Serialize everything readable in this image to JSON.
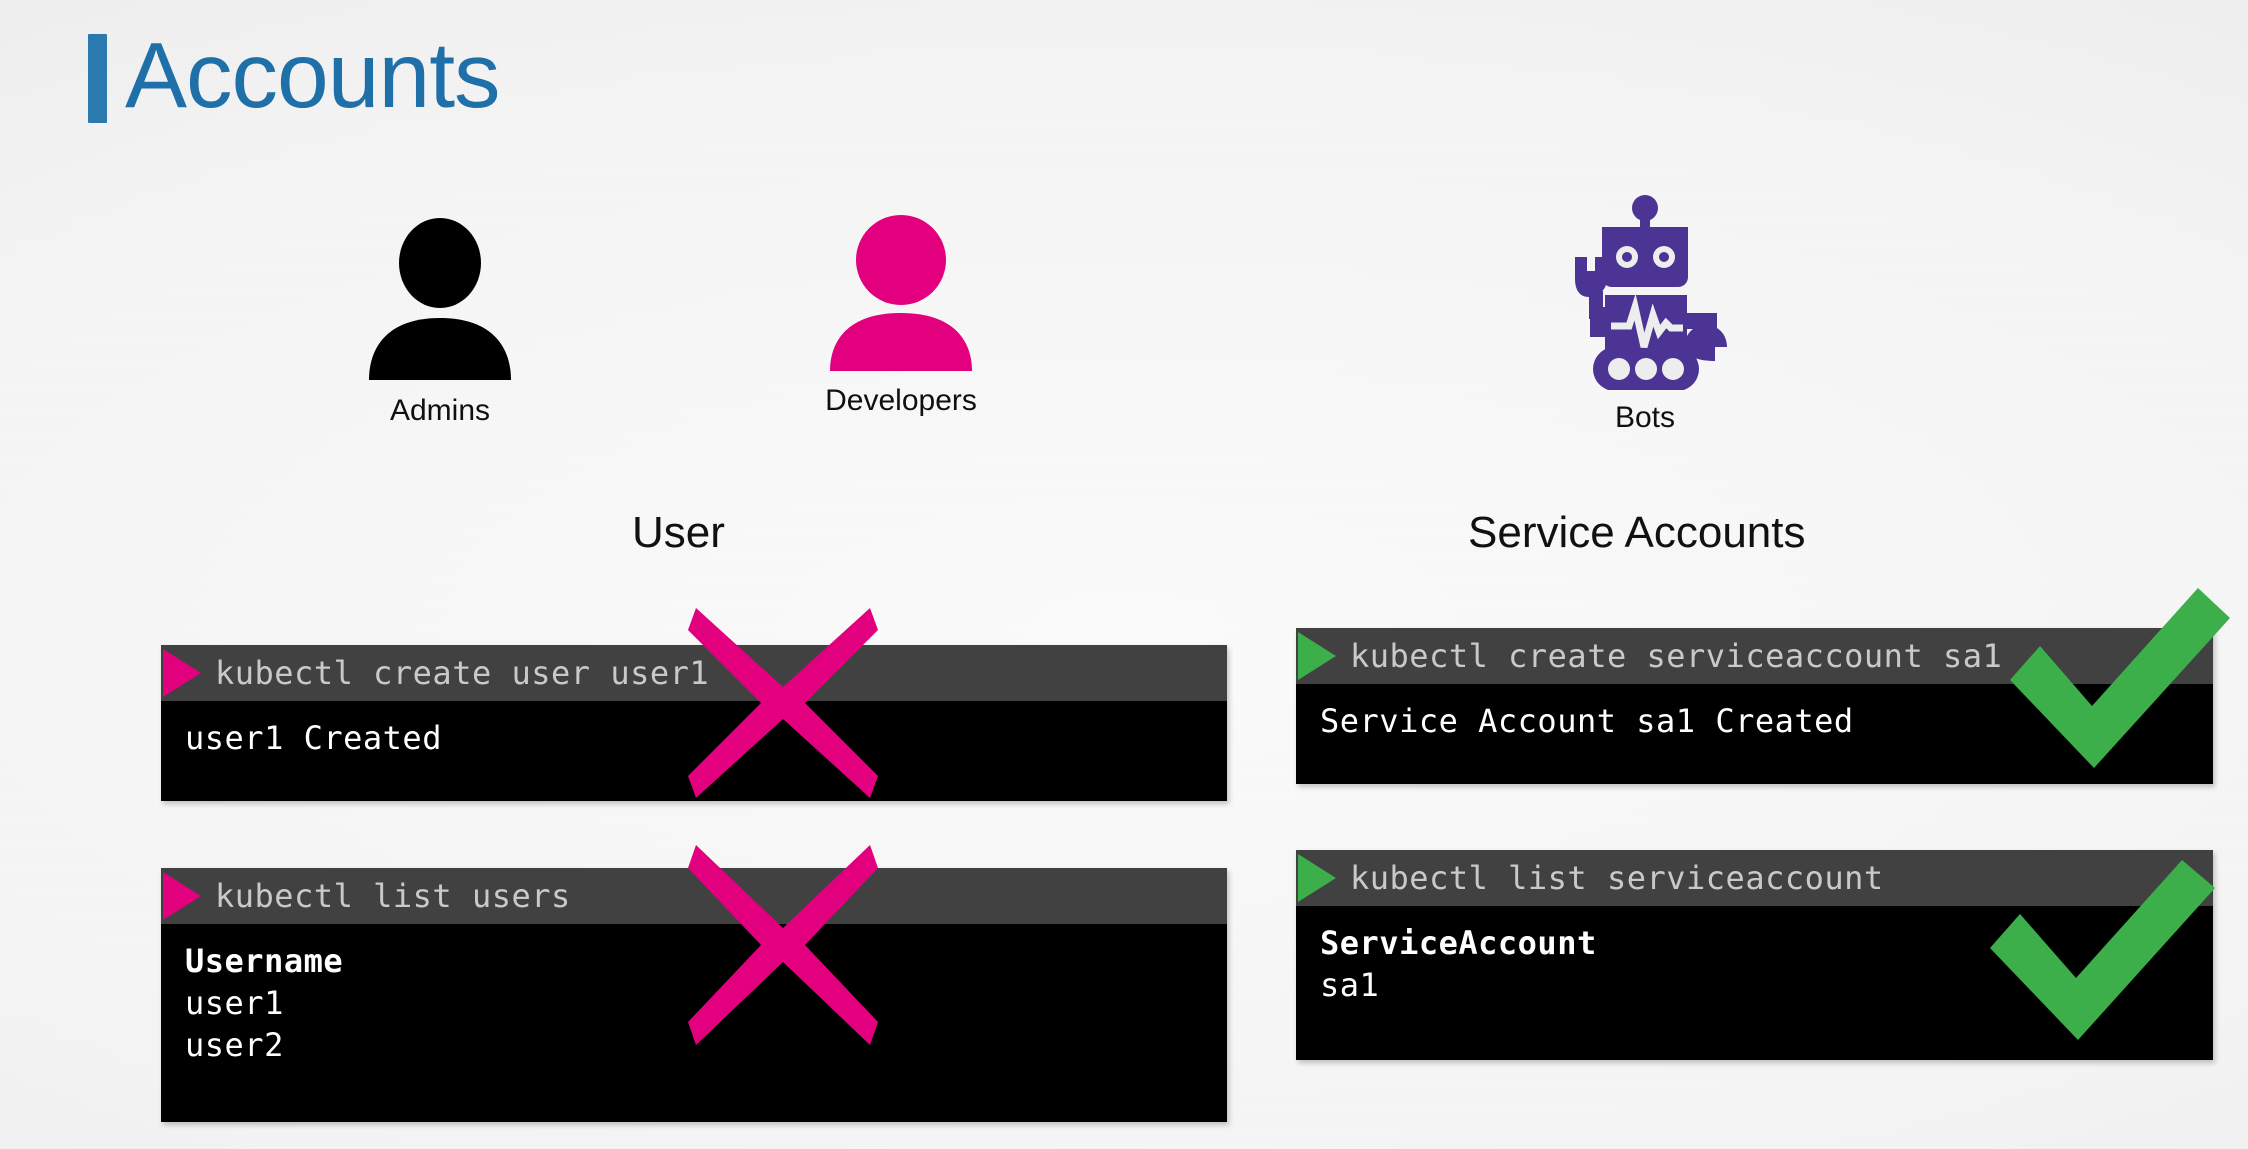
{
  "slide": {
    "title": "Accounts",
    "accent_color": "#1F6FA8",
    "background": "#f2f2f2"
  },
  "personas": [
    {
      "id": "admins",
      "label": "Admins",
      "icon": "person-icon",
      "color": "#000000"
    },
    {
      "id": "developers",
      "label": "Developers",
      "icon": "person-icon",
      "color": "#E2007F"
    },
    {
      "id": "bots",
      "label": "Bots",
      "icon": "robot-icon",
      "color": "#4B3494"
    }
  ],
  "columns": {
    "user": {
      "heading": "User"
    },
    "service_accounts": {
      "heading": "Service Accounts"
    }
  },
  "terminals": [
    {
      "id": "create-user",
      "run_icon": "play-triangle-icon",
      "run_icon_color": "#E2007F",
      "command": "kubectl create user user1",
      "output": [
        "user1 Created"
      ],
      "output_bold": [
        false
      ],
      "mark": "cross",
      "mark_color": "#E2007F"
    },
    {
      "id": "list-users",
      "run_icon": "play-triangle-icon",
      "run_icon_color": "#E2007F",
      "command": "kubectl list users",
      "output": [
        "Username",
        "user1",
        "user2"
      ],
      "output_bold": [
        true,
        false,
        false
      ],
      "mark": "cross",
      "mark_color": "#E2007F"
    },
    {
      "id": "create-sa",
      "run_icon": "play-triangle-icon",
      "run_icon_color": "#3CAF4B",
      "command": "kubectl create serviceaccount sa1",
      "output": [
        "Service Account sa1 Created"
      ],
      "output_bold": [
        false
      ],
      "mark": "check",
      "mark_color": "#3CAF4B"
    },
    {
      "id": "list-sa",
      "run_icon": "play-triangle-icon",
      "run_icon_color": "#3CAF4B",
      "command": "kubectl list serviceaccount",
      "output": [
        "ServiceAccount",
        "sa1"
      ],
      "output_bold": [
        true,
        false
      ],
      "mark": "check",
      "mark_color": "#3CAF4B"
    }
  ]
}
